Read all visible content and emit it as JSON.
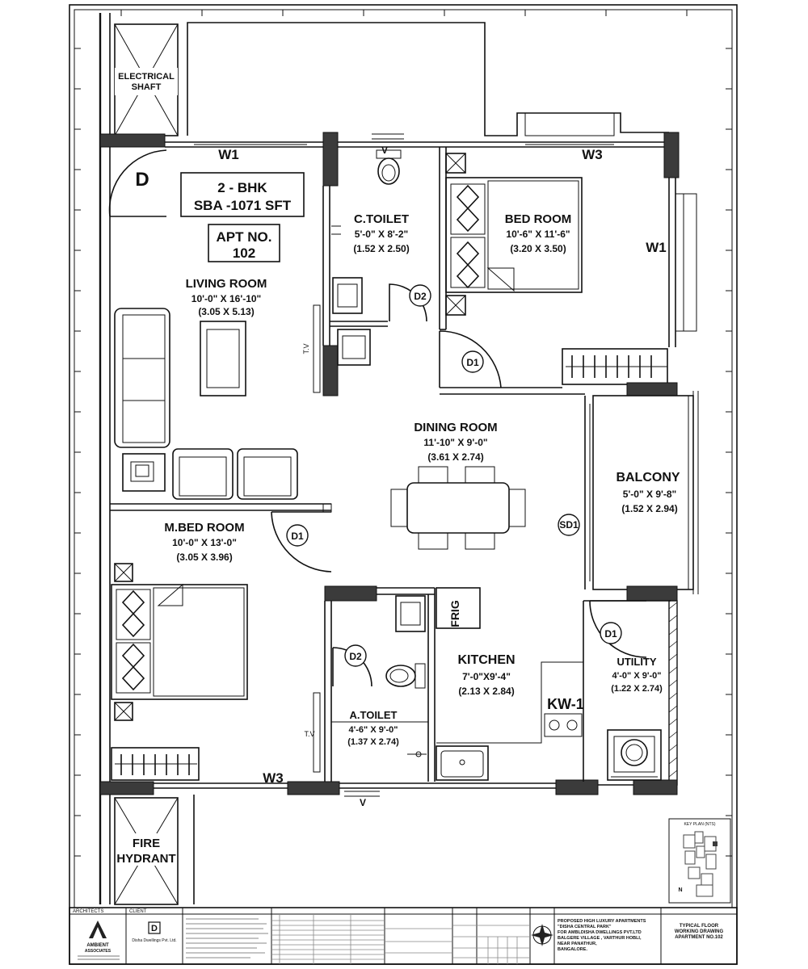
{
  "rooms": {
    "electrical_shaft": {
      "line1": "ELECTRICAL",
      "line2": "SHAFT"
    },
    "fire_hydrant": {
      "line1": "FIRE",
      "line2": "HYDRANT"
    },
    "living": {
      "name": "LIVING ROOM",
      "dim_ft": "10'-0\" X 16'-10\"",
      "dim_m": "(3.05 X 5.13)"
    },
    "c_toilet": {
      "name": "C.TOILET",
      "dim_ft": "5'-0\" X 8'-2\"",
      "dim_m": "(1.52 X 2.50)"
    },
    "bed": {
      "name": "BED ROOM",
      "dim_ft": "10'-6\" X 11'-6\"",
      "dim_m": "(3.20 X 3.50)"
    },
    "dining": {
      "name": "DINING ROOM",
      "dim_ft": "11'-10\" X 9'-0\"",
      "dim_m": "(3.61 X 2.74)"
    },
    "balcony": {
      "name": "BALCONY",
      "dim_ft": "5'-0\" X 9'-8\"",
      "dim_m": "(1.52 X 2.94)"
    },
    "m_bed": {
      "name": "M.BED ROOM",
      "dim_ft": "10'-0\" X 13'-0\"",
      "dim_m": "(3.05 X 3.96)"
    },
    "kitchen": {
      "name": "KITCHEN",
      "dim_ft": "7'-0\"X9'-4\"",
      "dim_m": "(2.13 X 2.84)"
    },
    "utility": {
      "name": "UTILITY",
      "dim_ft": "4'-0\" X 9'-0\"",
      "dim_m": "(1.22 X 2.74)"
    },
    "a_toilet": {
      "name": "A.TOILET",
      "dim_ft": "4'-6\" X 9'-0\"",
      "dim_m": "(1.37 X 2.74)"
    }
  },
  "info_box": {
    "line1": "2 - BHK",
    "line2": "SBA -1071 SFT"
  },
  "apt_box": {
    "line1": "APT NO.",
    "line2": "102"
  },
  "tags": {
    "d_main": "D",
    "w1_top": "W1",
    "w3_top": "W3",
    "w1_right": "W1",
    "w3_bottom": "W3",
    "v_top": "V",
    "v_bottom": "V",
    "d2_ctoilet": "D2",
    "d1_bed": "D1",
    "d1_mbed": "D1",
    "d2_atoilet": "D2",
    "sd1": "SD1",
    "d1_utility": "D1",
    "kw1": "KW-1",
    "frig": "FRIG",
    "tv_living": "T.V",
    "tv_mbed": "T.V"
  },
  "title_block": {
    "architects": "ARCHITECTS",
    "client": "CLIENT",
    "client_name": "Disha Dwellings Pvt. Ltd.",
    "logo_line1": "AMBIENT",
    "logo_line2": "ASSOCIATES",
    "project_line1": "PROPOSED HIGH LUXURY APARTMENTS",
    "project_line2": "\"DISHA CENTRAL PARK\"",
    "project_line3": "FOR AMBLDISHA DWELLINGS PVT.LTD",
    "project_line4": "BALGERE VILLAGE , VARTHUR HOBLI,",
    "project_line5": "NEAR PANATHUR,",
    "project_line6": "BANGALORE.",
    "drawing_line1": "TYPICAL FLOOR",
    "drawing_line2": "WORKING DRAWING",
    "drawing_line3": "APARTMENT NO.102",
    "north": "N",
    "key_plan": "KEY PLAN (NTS)"
  }
}
